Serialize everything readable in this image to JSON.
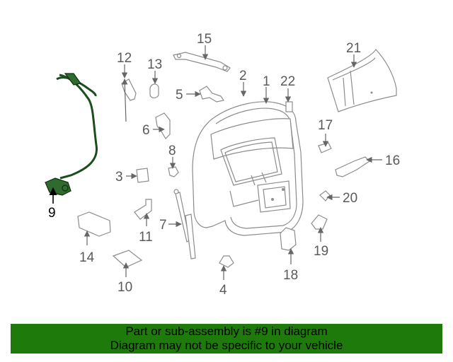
{
  "diagram": {
    "callouts": {
      "c1": "1",
      "c2": "2",
      "c3": "3",
      "c4": "4",
      "c5": "5",
      "c6": "6",
      "c7": "7",
      "c8": "8",
      "c9": "9",
      "c10": "10",
      "c11": "11",
      "c12": "12",
      "c13": "13",
      "c14": "14",
      "c15": "15",
      "c16": "16",
      "c17": "17",
      "c18": "18",
      "c19": "19",
      "c20": "20",
      "c21": "21",
      "c22": "22"
    },
    "highlighted_part": "9",
    "colors": {
      "highlight": "#2f6b2f",
      "banner": "#1f7a0c"
    }
  },
  "banner": {
    "line1": "Part or sub-assembly is #9 in diagram",
    "line2": "Diagram may not be specific to your vehicle"
  }
}
